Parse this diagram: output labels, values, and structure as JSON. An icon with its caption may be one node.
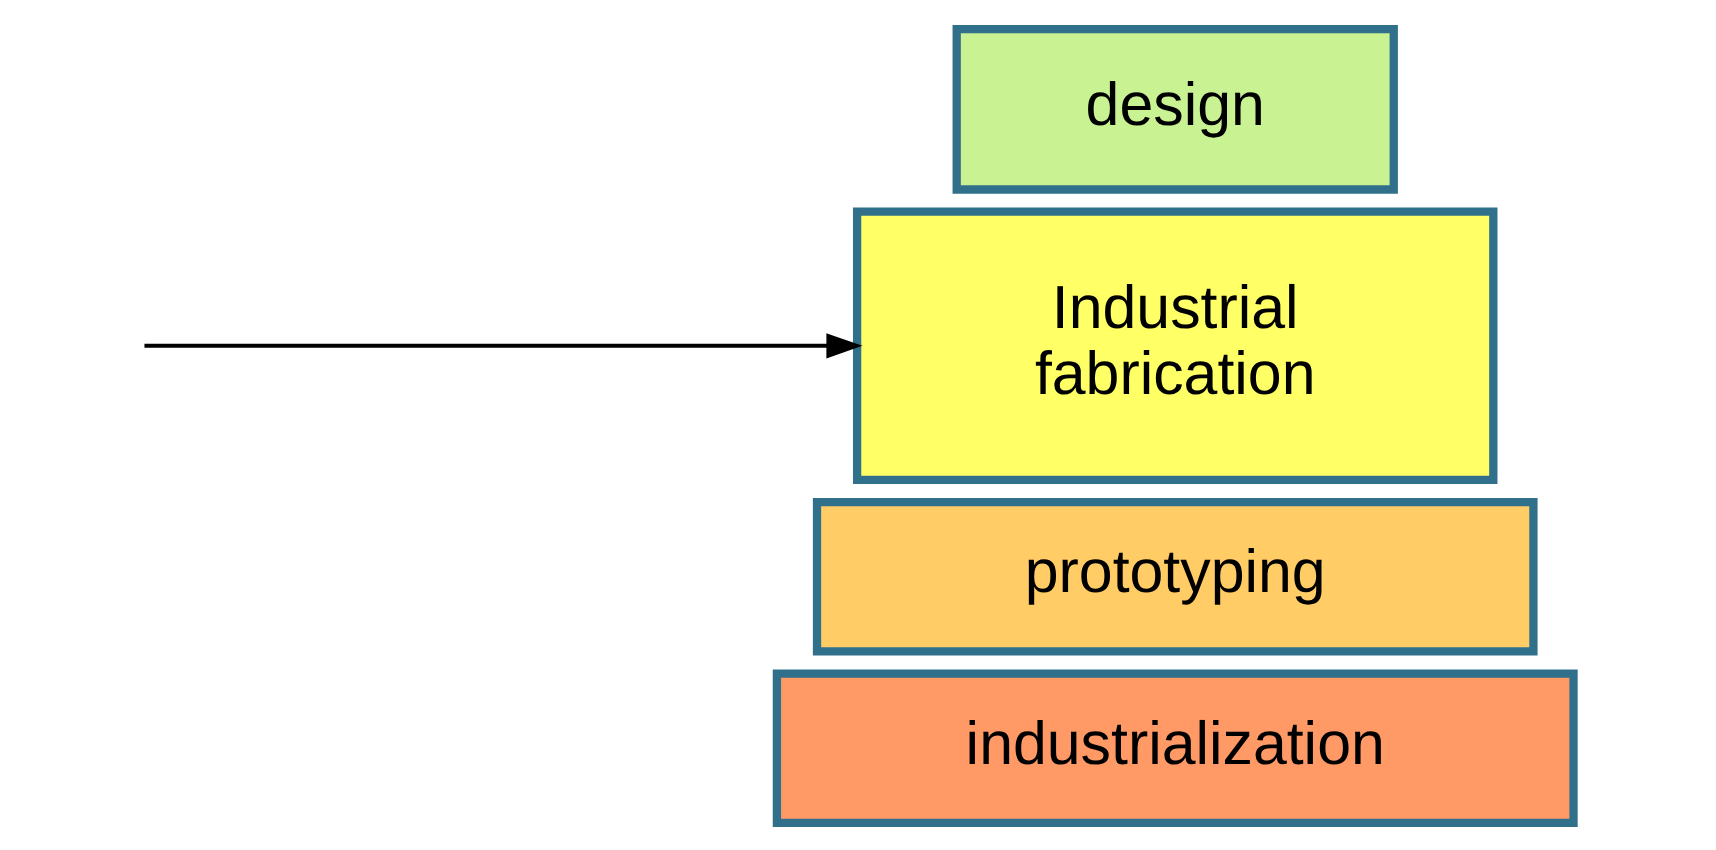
{
  "diagram": {
    "nodes": [
      {
        "text": [
          "design"
        ]
      },
      {
        "text": [
          "Industrial fabrication"
        ]
      },
      {
        "text": [
          "prototyping"
        ]
      },
      {
        "text": [
          "industrialization"
        ]
      }
    ],
    "edges": [
      {
        "from": null,
        "to": 1,
        "arrow": "to"
      }
    ]
  }
}
